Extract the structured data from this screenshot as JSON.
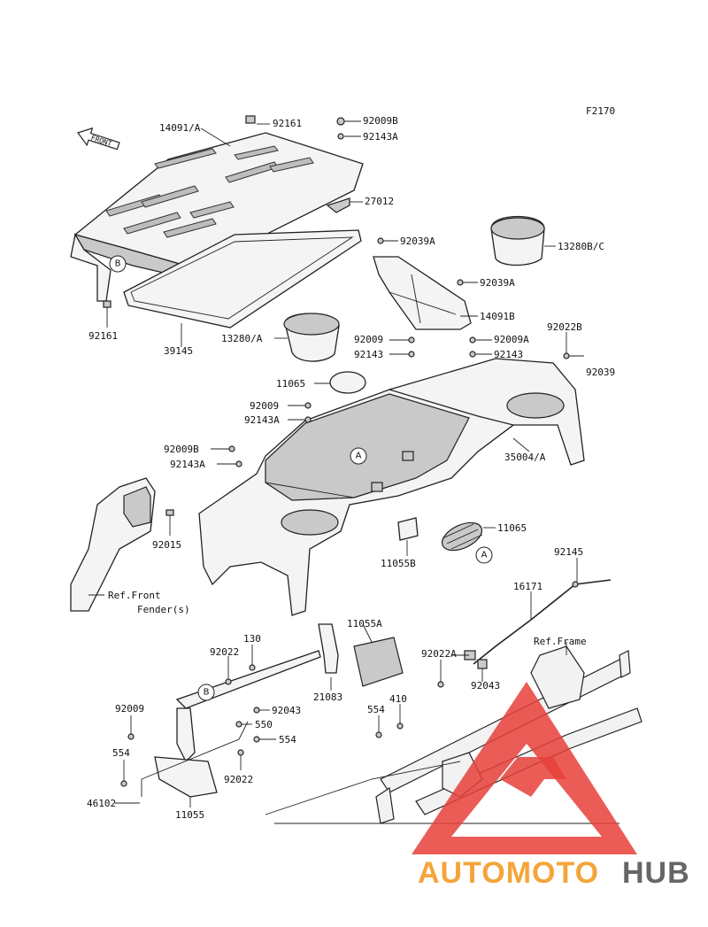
{
  "figure_code": "F2170",
  "front_arrow": "FRONT",
  "callouts": {
    "a": "A",
    "b": "B"
  },
  "labels": {
    "l14091A": "14091/A",
    "l92161_top": "92161",
    "l92009B_top": "92009B",
    "l92143A_top": "92143A",
    "l27012": "27012",
    "l13280BC": "13280B/C",
    "l92039A_a": "92039A",
    "l92039A_b": "92039A",
    "l14091B": "14091B",
    "l92161_left": "92161",
    "l39145": "39145",
    "l13280A": "13280/A",
    "l92009_mid": "92009",
    "l92143_mid": "92143",
    "l92009A": "92009A",
    "l92143_right": "92143",
    "l92022B": "92022B",
    "l92039": "92039",
    "l11065_top": "11065",
    "l92009_b": "92009",
    "l92143A_b": "92143A",
    "l92009B_b": "92009B",
    "l92143A_c": "92143A",
    "l35004A": "35004/A",
    "l92015": "92015",
    "l11065_b": "11065",
    "l11055B": "11055B",
    "l92145": "92145",
    "l16171": "16171",
    "ref_front_1": "Ref.Front",
    "ref_front_2": "Fender(s)",
    "l130": "130",
    "l92022_a": "92022",
    "l11055A": "11055A",
    "l92022A": "92022A",
    "ref_frame": "Ref.Frame",
    "l21083": "21083",
    "l92043_a": "92043",
    "l92009_c": "92009",
    "l92043_b": "92043",
    "l550": "550",
    "l554_a": "554",
    "l554_b": "554",
    "l410": "410",
    "l554_c": "554",
    "l92022_b": "92022",
    "l46102": "46102",
    "l11055": "11055"
  },
  "watermark": {
    "part1": "AUTOMOTO",
    "part2": "HUB"
  },
  "colors": {
    "watermark_red": "#e8403a",
    "watermark_orange": "#f4a53a",
    "watermark_gray": "#666666"
  }
}
